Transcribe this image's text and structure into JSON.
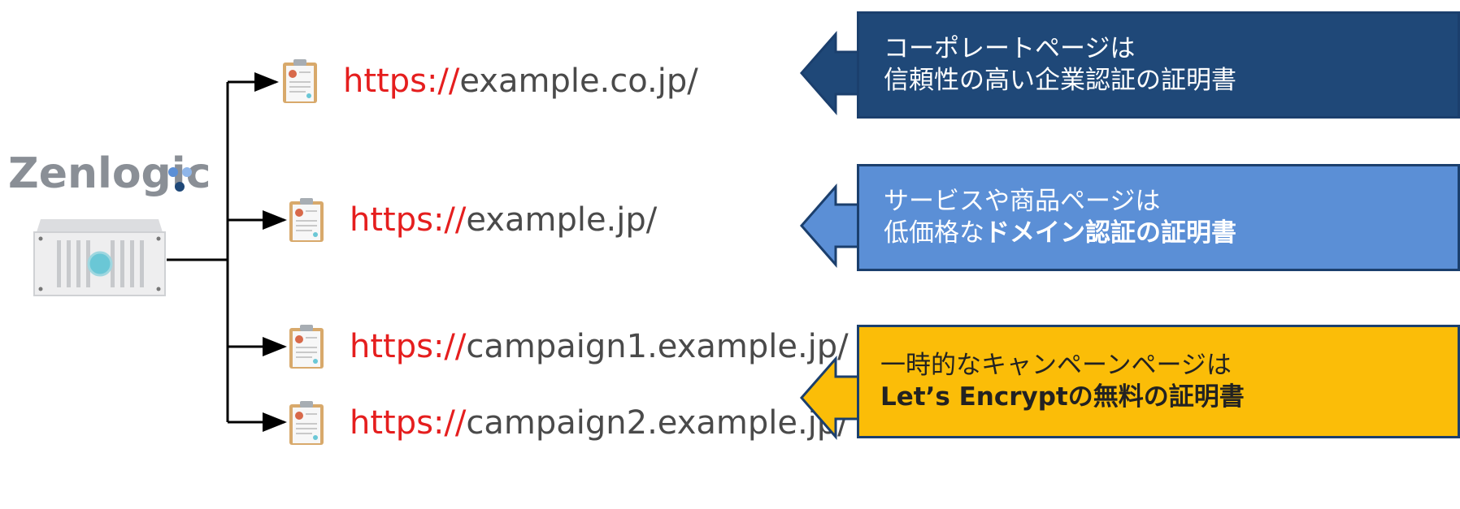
{
  "logo": {
    "text": "Zenlogic"
  },
  "server": {
    "icon": "server-icon"
  },
  "urls": [
    {
      "scheme": "https://",
      "host": "example.co.jp/",
      "icon": "certificate-icon"
    },
    {
      "scheme": "https://",
      "host": "example.jp/",
      "icon": "certificate-icon"
    },
    {
      "scheme": "https://",
      "host": "campaign1.example.jp/",
      "icon": "certificate-icon"
    },
    {
      "scheme": "https://",
      "host": "campaign2.example.jp/",
      "icon": "certificate-icon"
    }
  ],
  "callouts": [
    {
      "line1": "コーポレートページは",
      "line2": "信頼性の高い企業認証の証明書",
      "color": "#1f4878"
    },
    {
      "line1": "サービスや商品ページは",
      "line2_plain": "低価格な",
      "line2_bold": "ドメイン認証の証明書",
      "color": "#5b8fd6"
    },
    {
      "line1": "一時的なキャンペーンページは",
      "line2_bold": "Let’s Encryptの無料の証明書",
      "color": "#fbbd08"
    }
  ]
}
